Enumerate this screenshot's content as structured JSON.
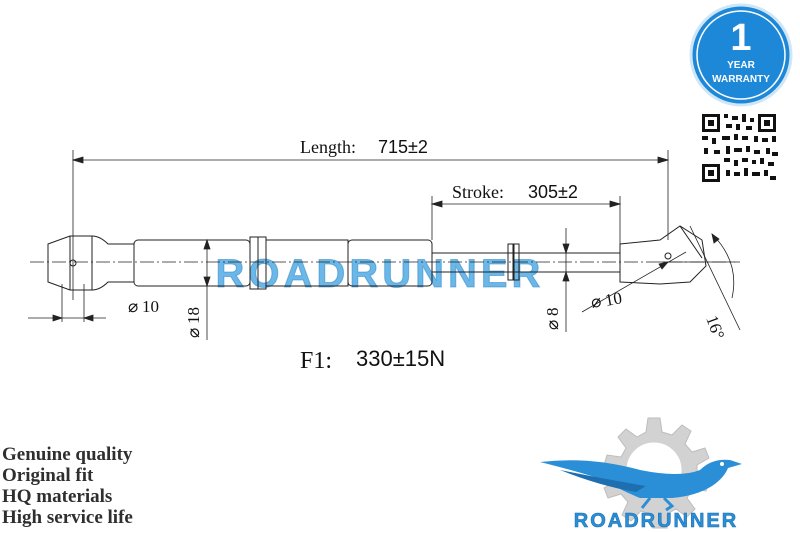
{
  "drawing": {
    "length_label": "Length:",
    "length_value": "715±2",
    "stroke_label": "Stroke:",
    "stroke_value": "305±2",
    "diam_eye_left": "10",
    "diam_body": "18",
    "diam_rod": "8",
    "diam_eye_right": "10",
    "angle": "16°",
    "force_label": "F1:",
    "force_value": "330±15N",
    "watermark": "ROADRUNNER"
  },
  "warranty": {
    "number": "1",
    "line1": "YEAR",
    "line2": "WARRANTY",
    "color": "#1e88d8"
  },
  "features": [
    "Genuine quality",
    "Original fit",
    "HQ materials",
    "High service life"
  ],
  "logo": {
    "brand": "ROADRUNNER",
    "bird_color": "#2a8fd6",
    "gear_color": "#d2d2d2"
  },
  "qr_icon": "qr-code-icon"
}
